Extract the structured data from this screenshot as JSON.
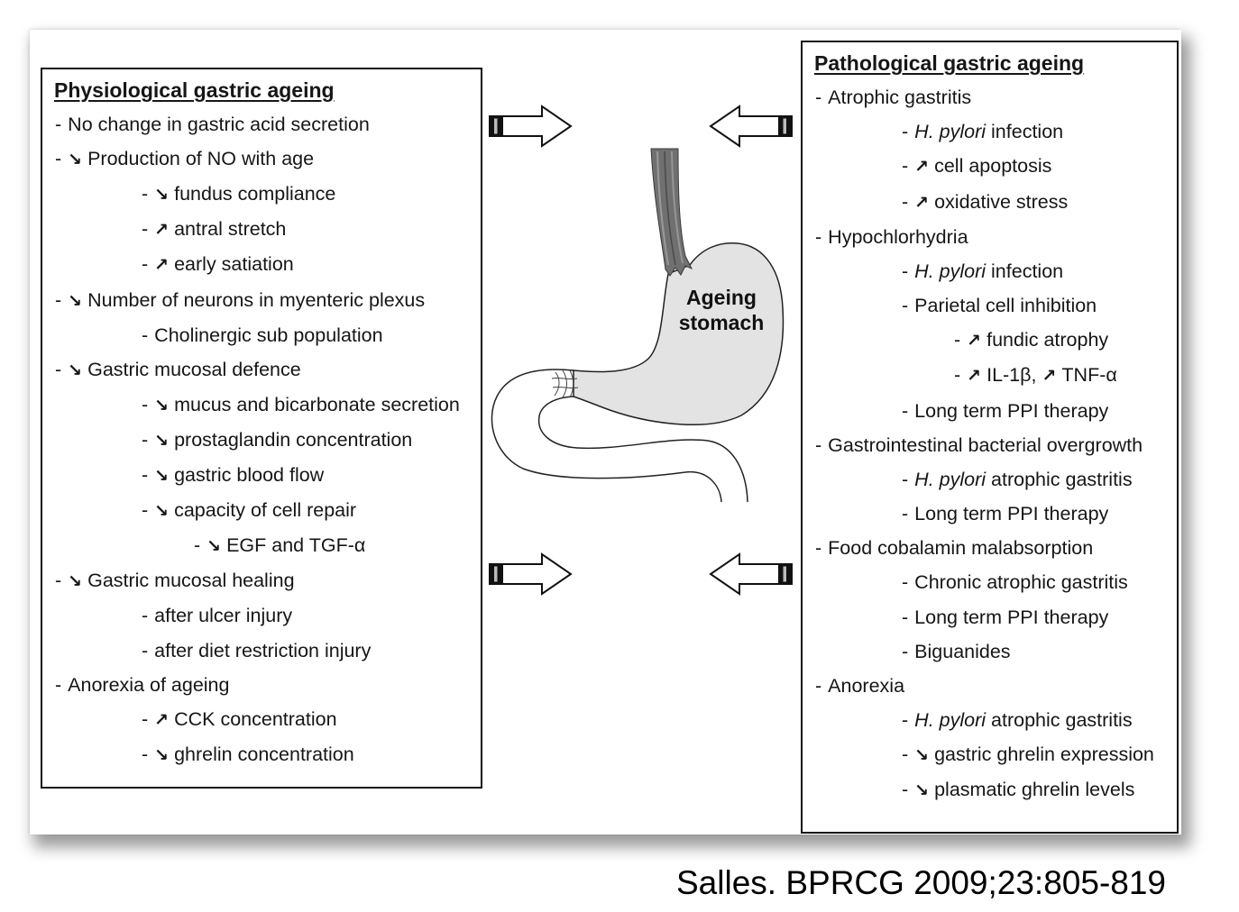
{
  "figure": {
    "left_box": {
      "title": "Physiological gastric ageing",
      "bullet": "-",
      "items": [
        {
          "text": "No change in gastric acid secretion"
        },
        {
          "arrow": "↘",
          "text": "Production of NO with age",
          "children": [
            {
              "arrow": "↘",
              "text": "fundus compliance"
            },
            {
              "arrow": "↗",
              "text": "antral stretch"
            },
            {
              "arrow": "↗",
              "text": "early satiation"
            }
          ]
        },
        {
          "arrow": "↘",
          "text": "Number of neurons in myenteric plexus",
          "children": [
            {
              "text": "Cholinergic sub population"
            }
          ]
        },
        {
          "arrow": "↘",
          "text": "Gastric mucosal defence",
          "children": [
            {
              "arrow": "↘",
              "text": "mucus and bicarbonate secretion"
            },
            {
              "arrow": "↘",
              "text": "prostaglandin concentration"
            },
            {
              "arrow": "↘",
              "text": "gastric blood flow"
            },
            {
              "arrow": "↘",
              "text": "capacity of cell repair",
              "children": [
                {
                  "arrow": "↘",
                  "text": "EGF and TGF-α"
                }
              ]
            }
          ]
        },
        {
          "arrow": "↘",
          "text": "Gastric mucosal healing",
          "children": [
            {
              "text": "after ulcer injury"
            },
            {
              "text": "after diet restriction injury"
            }
          ]
        },
        {
          "text": "Anorexia of ageing",
          "children": [
            {
              "arrow": "↗",
              "text": "CCK concentration"
            },
            {
              "arrow": "↘",
              "text": "ghrelin concentration"
            }
          ]
        }
      ]
    },
    "right_box": {
      "title": "Pathological gastric ageing",
      "bullet": "-",
      "items": [
        {
          "text": "Atrophic gastritis",
          "children": [
            {
              "italic": "H. pylori",
              "text": "infection"
            },
            {
              "arrow": "↗",
              "text": "cell apoptosis"
            },
            {
              "arrow": "↗",
              "text": "oxidative stress"
            }
          ]
        },
        {
          "text": "Hypochlorhydria",
          "children": [
            {
              "italic": "H. pylori",
              "text": "infection"
            },
            {
              "text": "Parietal cell inhibition",
              "children": [
                {
                  "arrow": "↗",
                  "text": "fundic atrophy"
                },
                {
                  "arrow": "↗",
                  "text": "IL-1β,",
                  "arrow2": "↗",
                  "text2": "TNF-α"
                }
              ]
            },
            {
              "text": "Long term PPI therapy"
            }
          ]
        },
        {
          "text": "Gastrointestinal bacterial overgrowth",
          "children": [
            {
              "italic": "H. pylori",
              "text": "atrophic gastritis"
            },
            {
              "text": "Long term PPI therapy"
            }
          ]
        },
        {
          "text": "Food cobalamin malabsorption",
          "children": [
            {
              "text": "Chronic atrophic gastritis"
            },
            {
              "text": "Long term PPI therapy"
            },
            {
              "text": "Biguanides"
            }
          ]
        },
        {
          "text": "Anorexia",
          "children": [
            {
              "italic": "H. pylori",
              "text": "atrophic gastritis"
            },
            {
              "arrow": "↘",
              "text": "gastric ghrelin expression"
            },
            {
              "arrow": "↘",
              "text": "plasmatic ghrelin levels"
            }
          ]
        }
      ]
    },
    "center_label": {
      "line1": "Ageing",
      "line2": "stomach"
    }
  },
  "citation": "Salles. BPRCG 2009;23:805-819",
  "colors": {
    "outline": "#111111",
    "stomach_fill": "#e3e3e3",
    "esophagus_fill": "#707070",
    "arrow_fill": "#ffffff"
  }
}
